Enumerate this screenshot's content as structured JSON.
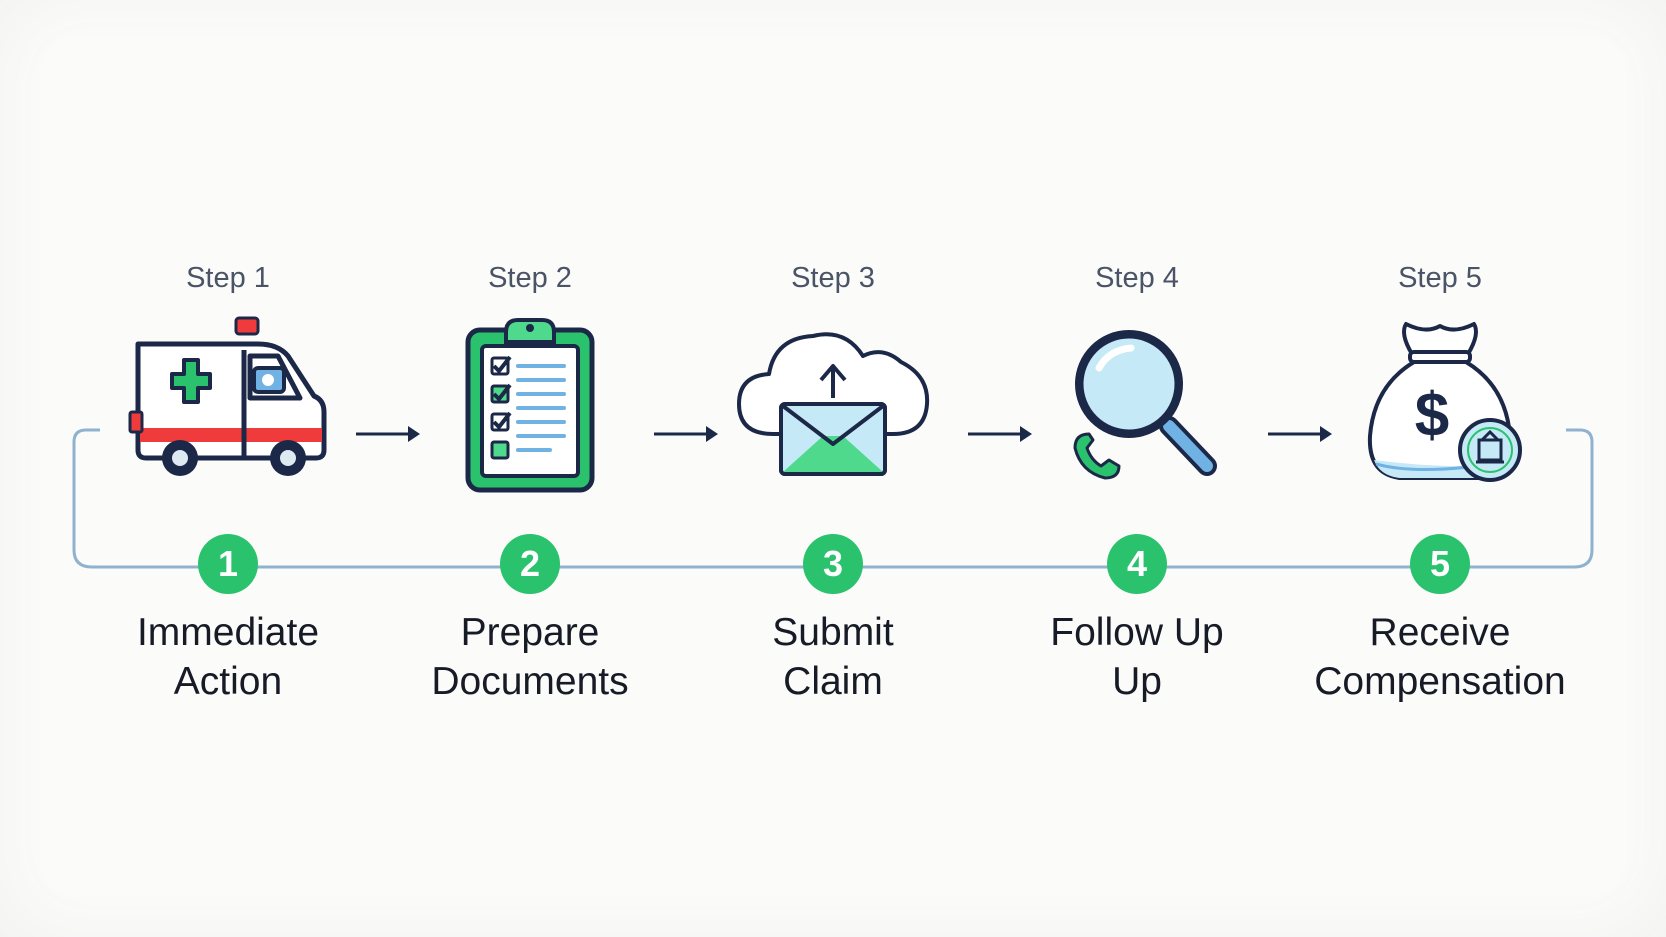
{
  "colors": {
    "navy": "#1c2847",
    "green": "#2bc26e",
    "light_green": "#4fd98c",
    "red": "#ef3b3b",
    "light_blue": "#c5e9f6",
    "mid_blue": "#6fb2e3",
    "connector_blue": "#8fb3cf",
    "label_gray": "#4a5466"
  },
  "steps": [
    {
      "label": "Step 1",
      "badge": "1",
      "title_lines": [
        "Immediate",
        "Action"
      ],
      "icon": "ambulance-icon"
    },
    {
      "label": "Step 2",
      "badge": "2",
      "title_lines": [
        "Prepare",
        "Documents"
      ],
      "icon": "clipboard-checklist-icon"
    },
    {
      "label": "Step 3",
      "badge": "3",
      "title_lines": [
        "Submit",
        "Claim"
      ],
      "icon": "cloud-upload-envelope-icon"
    },
    {
      "label": "Step 4",
      "badge": "4",
      "title_lines": [
        "Follow Up",
        "Up"
      ],
      "icon": "magnifier-phone-icon"
    },
    {
      "label": "Step 5",
      "badge": "5",
      "title_lines": [
        "Receive",
        "Compensation"
      ],
      "icon": "money-bag-icon"
    }
  ],
  "arrows": [
    "arrow-right-icon",
    "arrow-right-icon",
    "arrow-right-icon",
    "arrow-right-icon"
  ]
}
